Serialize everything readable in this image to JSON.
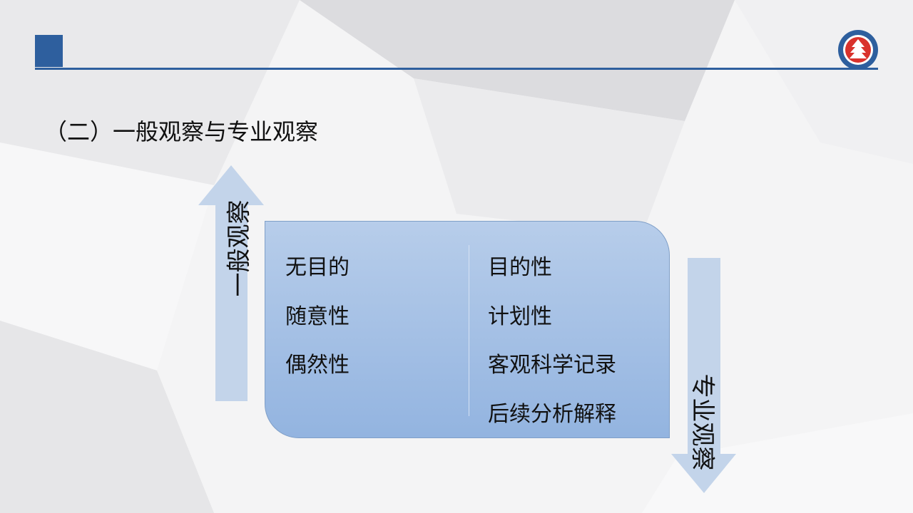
{
  "slide": {
    "title": "（二）一般观察与专业观察",
    "left_arrow_label": "一般观察",
    "right_arrow_label": "专业观察",
    "left_column": [
      "无目的",
      "随意性",
      "偶然性"
    ],
    "right_column": [
      "目的性",
      "计划性",
      "客观科学记录",
      "后续分析解释"
    ],
    "logo_icon": "university-seal-icon"
  },
  "colors": {
    "accent": "#2e5f9e",
    "box_top": "#b7cdea",
    "box_bottom": "#93b4e0",
    "arrow": "#c3d4ea"
  }
}
